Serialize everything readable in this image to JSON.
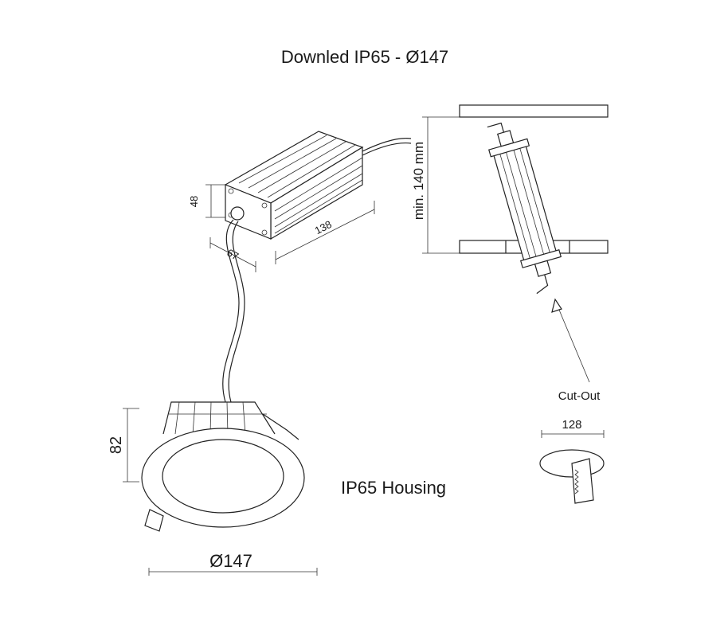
{
  "title": "Downled IP65 - Ø147",
  "driver": {
    "height_dim": "48",
    "width_dim": "67",
    "length_dim": "138"
  },
  "installation": {
    "min_depth": "min. 140 mm"
  },
  "cutout": {
    "label": "Cut-Out",
    "diameter": "128"
  },
  "housing": {
    "label": "IP65 Housing",
    "height_dim": "82",
    "diameter": "Ø147"
  }
}
